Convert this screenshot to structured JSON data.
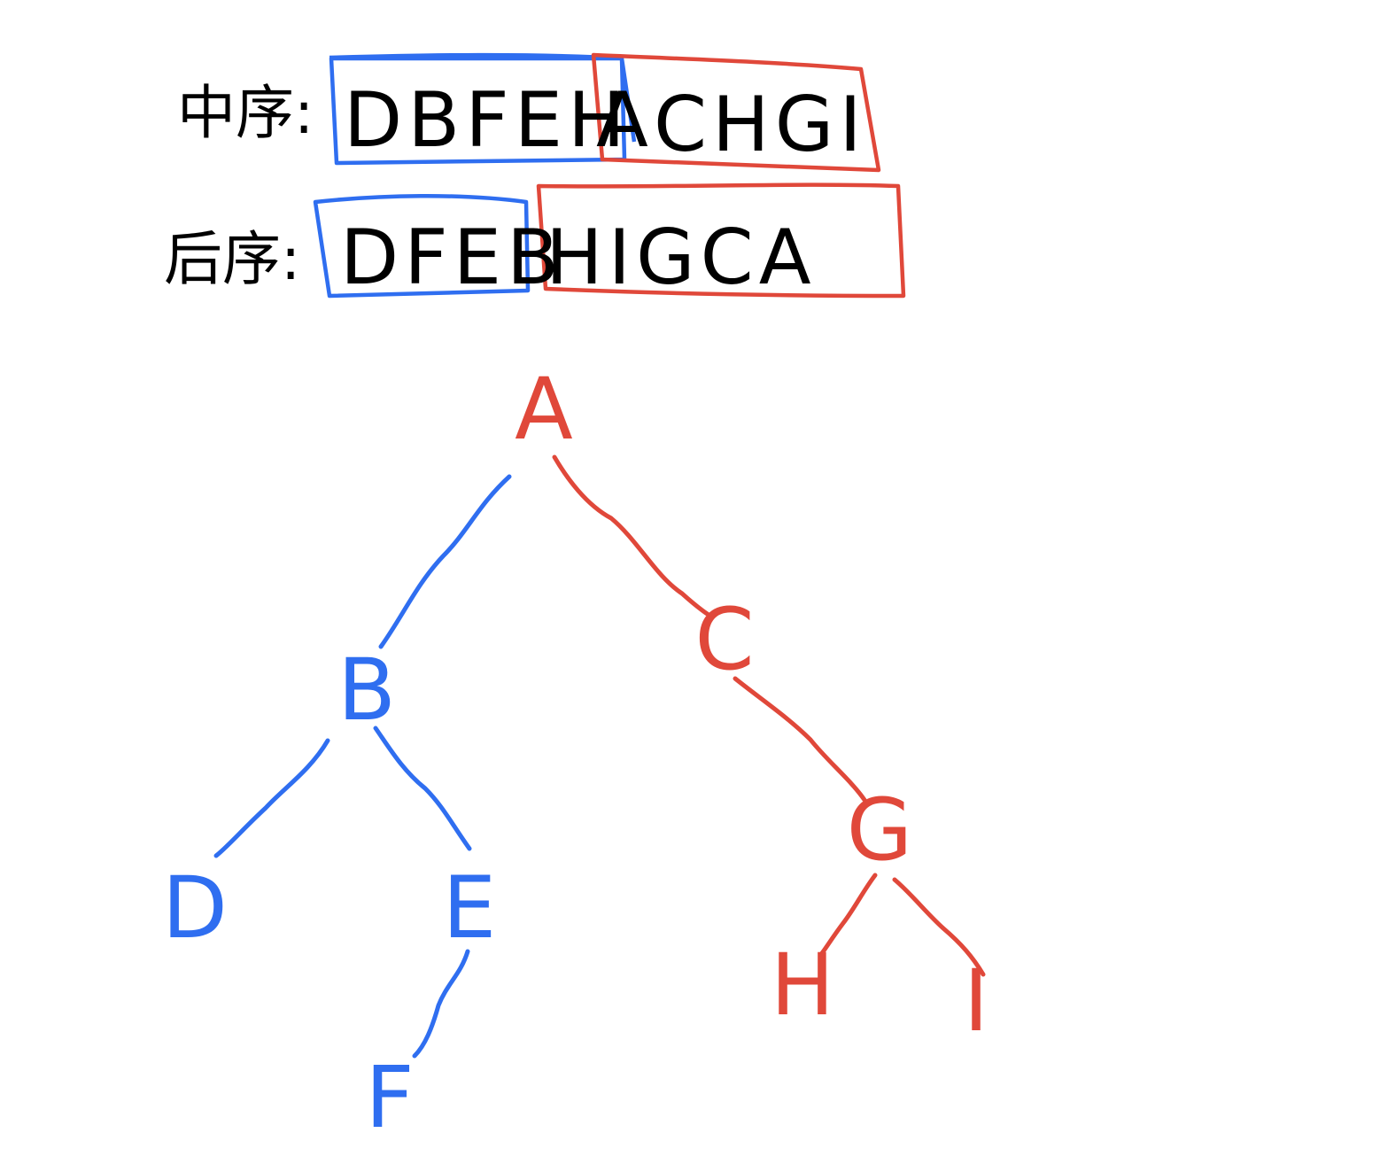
{
  "colors": {
    "left_subtree": "#2f6ef0",
    "right_subtree": "#e0483a",
    "text": "#000000"
  },
  "sequences": {
    "inorder": {
      "label": "中序:",
      "left_part": "DBFEH",
      "overlap": "A",
      "right_part": "CHGI"
    },
    "postorder": {
      "label": "后序:",
      "left_part": "DFEB",
      "right_part": "HIGCA"
    }
  },
  "tree": {
    "nodes": [
      {
        "id": "A",
        "label": "A",
        "group": "right"
      },
      {
        "id": "B",
        "label": "B",
        "group": "left"
      },
      {
        "id": "C",
        "label": "C",
        "group": "right"
      },
      {
        "id": "D",
        "label": "D",
        "group": "left"
      },
      {
        "id": "E",
        "label": "E",
        "group": "left"
      },
      {
        "id": "F",
        "label": "F",
        "group": "left"
      },
      {
        "id": "G",
        "label": "G",
        "group": "right"
      },
      {
        "id": "H",
        "label": "H",
        "group": "right"
      },
      {
        "id": "I",
        "label": "I",
        "group": "right"
      }
    ],
    "edges": [
      {
        "from": "A",
        "to": "B",
        "group": "left"
      },
      {
        "from": "A",
        "to": "C",
        "group": "right"
      },
      {
        "from": "B",
        "to": "D",
        "group": "left"
      },
      {
        "from": "B",
        "to": "E",
        "group": "left"
      },
      {
        "from": "E",
        "to": "F",
        "group": "left"
      },
      {
        "from": "C",
        "to": "G",
        "group": "right"
      },
      {
        "from": "G",
        "to": "H",
        "group": "right"
      },
      {
        "from": "G",
        "to": "I",
        "group": "right"
      }
    ]
  }
}
